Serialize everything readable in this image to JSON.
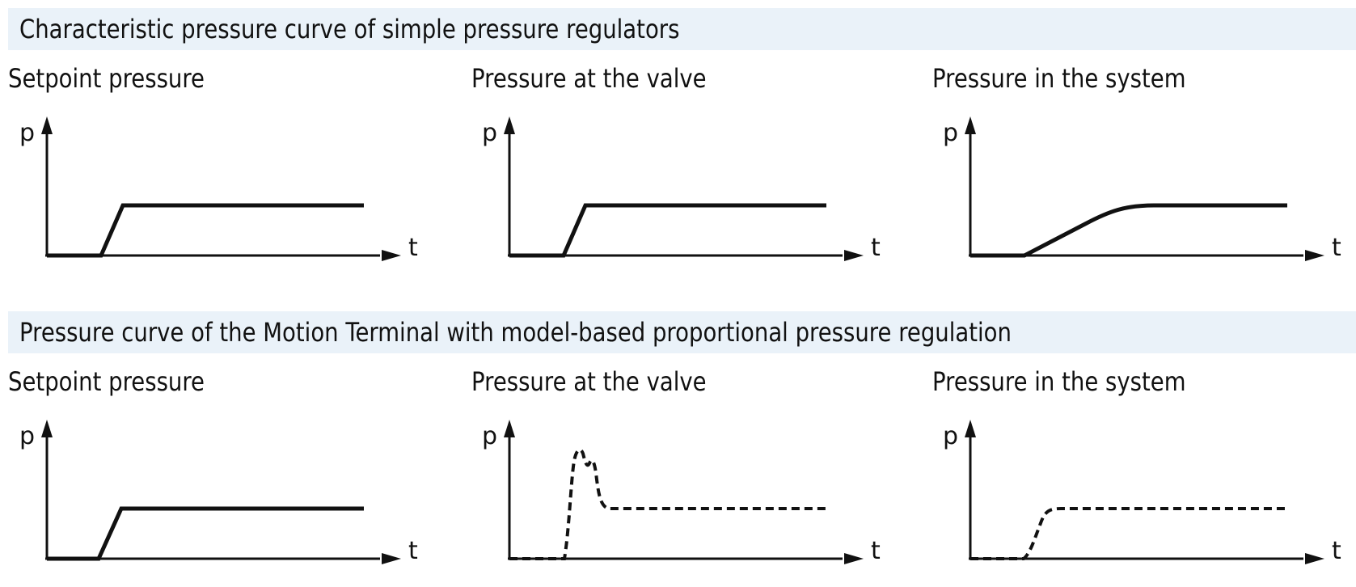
{
  "sections": [
    {
      "title": "Characteristic pressure curve of simple pressure regulators",
      "panels": [
        {
          "title": "Setpoint pressure",
          "y_axis": "p",
          "x_axis": "t",
          "curve": "ramp",
          "style": "solid"
        },
        {
          "title": "Pressure at the valve",
          "y_axis": "p",
          "x_axis": "t",
          "curve": "ramp",
          "style": "solid"
        },
        {
          "title": "Pressure in the system",
          "y_axis": "p",
          "x_axis": "t",
          "curve": "slow-rise",
          "style": "solid"
        }
      ]
    },
    {
      "title": "Pressure curve of the Motion Terminal with model-based proportional pressure regulation",
      "panels": [
        {
          "title": "Setpoint pressure",
          "y_axis": "p",
          "x_axis": "t",
          "curve": "ramp",
          "style": "solid"
        },
        {
          "title": "Pressure at the valve",
          "y_axis": "p",
          "x_axis": "t",
          "curve": "overshoot",
          "style": "dashed"
        },
        {
          "title": "Pressure in the system",
          "y_axis": "p",
          "x_axis": "t",
          "curve": "ramp-soft",
          "style": "dashed"
        }
      ]
    }
  ],
  "colors": {
    "band_background": "#eaf2f9",
    "line": "#111111"
  }
}
